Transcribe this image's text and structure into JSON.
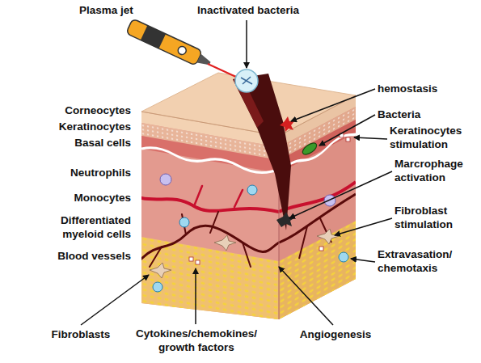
{
  "diagram": {
    "labels": [
      "Plasma jet",
      "Inactivated bacteria",
      "hemostasis",
      "Corneocytes",
      "Bacteria",
      "Keratinocytes",
      "Keratinocytes stimulation",
      "Basal cells",
      "Neutrophils",
      "Marcrophage activation",
      "Monocytes",
      "Fibroblast stimulation",
      "Differentiated myeloid cells",
      "Blood vessels",
      "Extravasation/ chemotaxis",
      "Fibroblasts",
      "Cytokines/chemokines/ growth factors",
      "Angiogenesis"
    ]
  }
}
